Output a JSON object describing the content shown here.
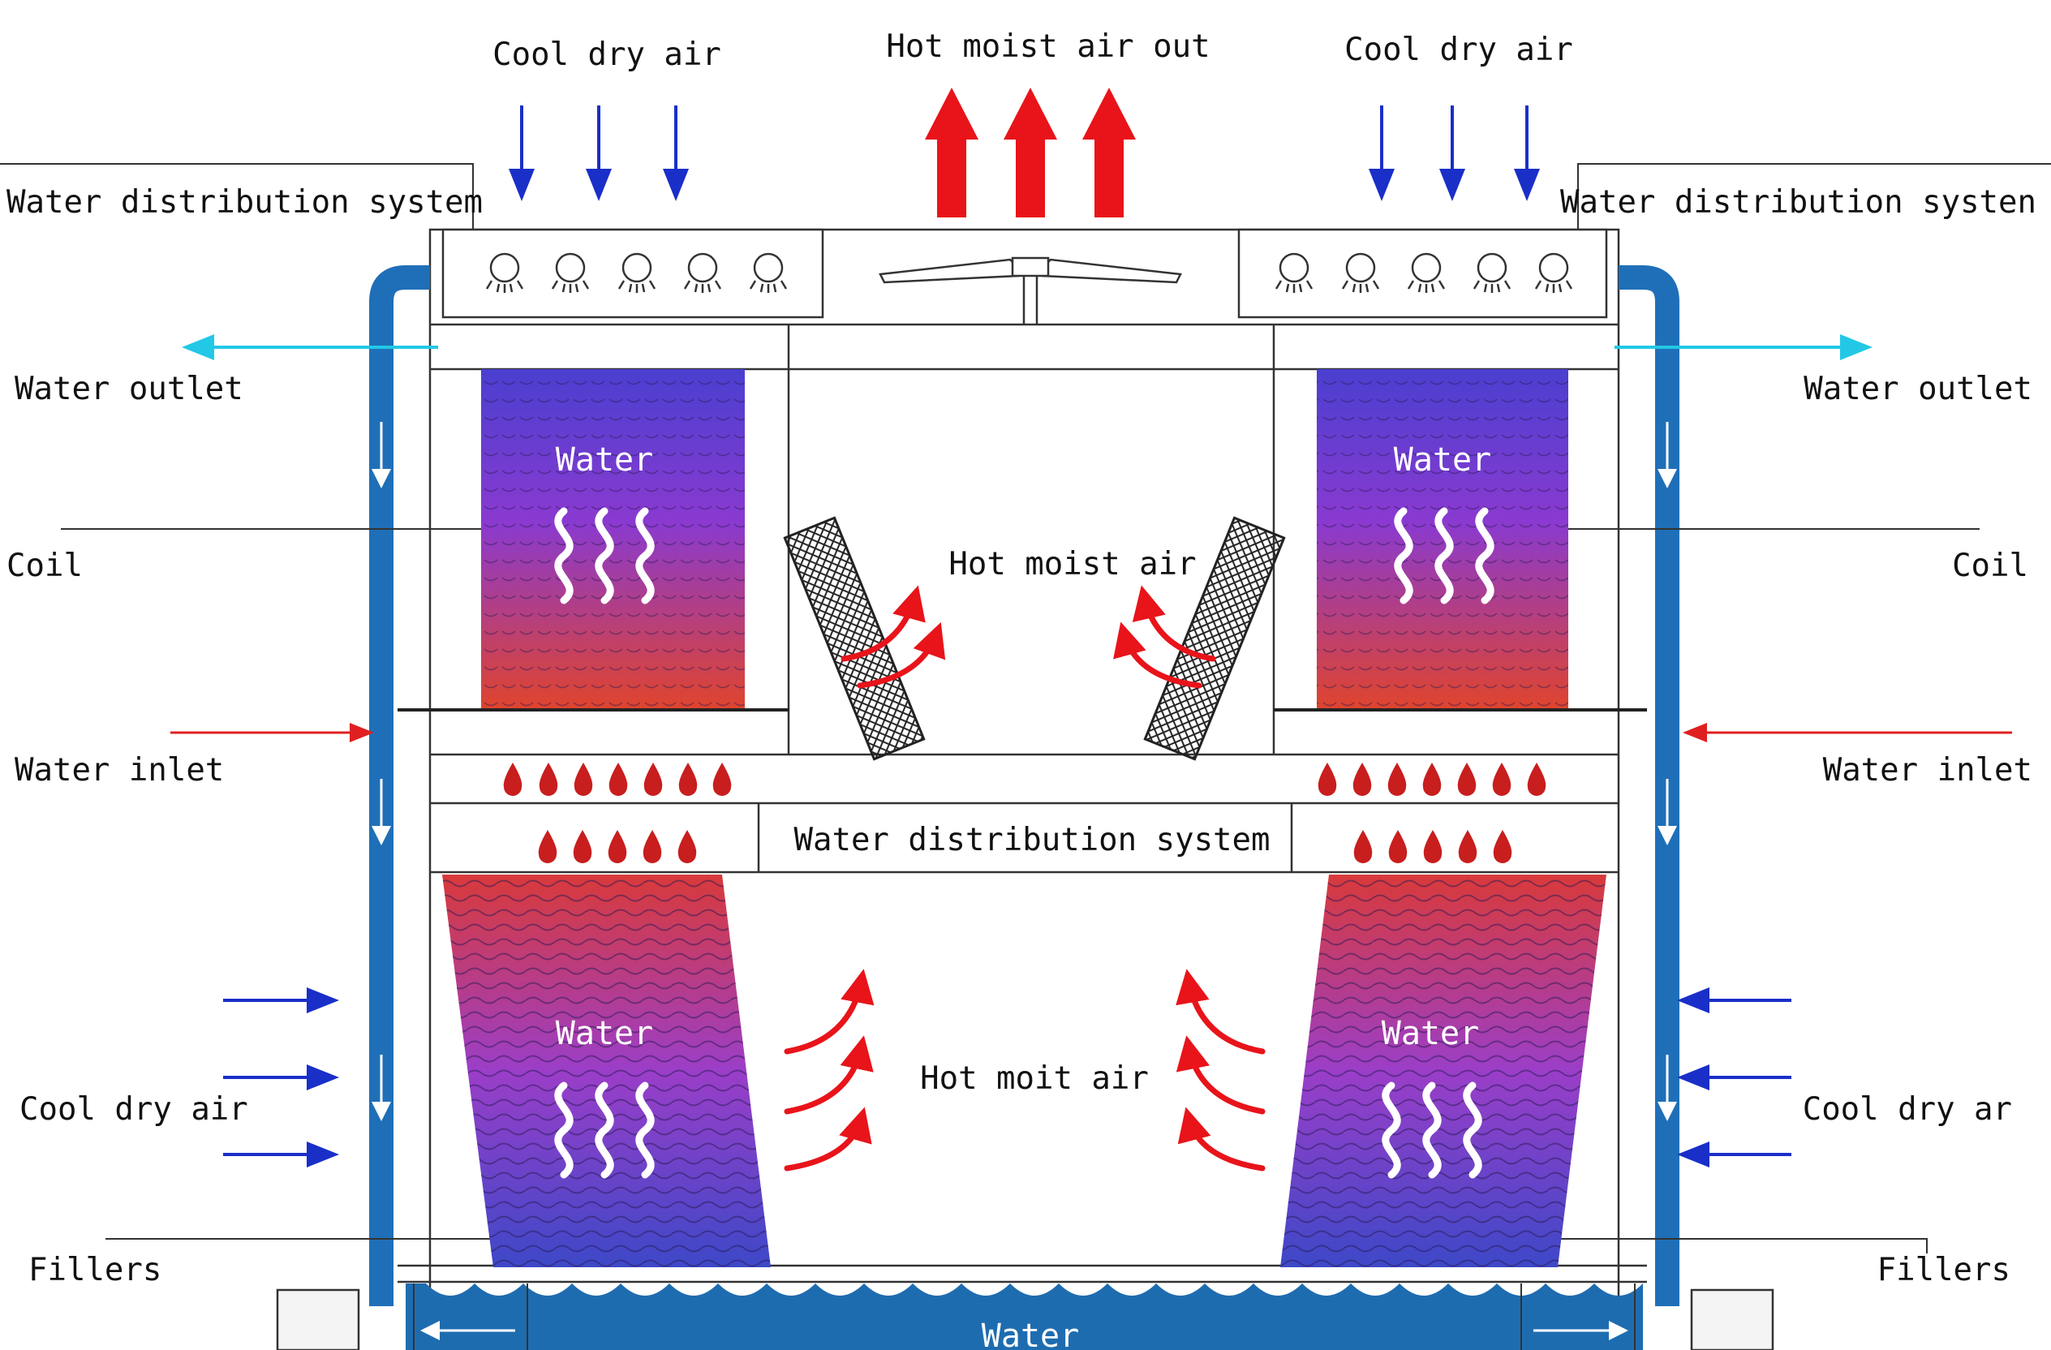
{
  "labels": {
    "top_left_air": "Cool dry air",
    "top_center_air": "Hot moist air out",
    "top_right_air": "Cool dry air",
    "water_dist_left": "Water distribution system",
    "water_dist_right": "Water distribution systen",
    "water_outlet_left": "Water outlet",
    "water_outlet_right": "Water outlet",
    "coil_left": "Coil",
    "coil_right": "Coil",
    "water_inlet_left": "Water inlet",
    "water_inlet_right": "Water inlet",
    "hot_moist_air": "Hot moist air",
    "water_dist_center": "Water distribution system",
    "hot_moit_air": "Hot moit air",
    "cool_dry_air_left": "Cool dry air",
    "cool_dry_air_right": "Cool dry ar",
    "fillers_left": "Fillers",
    "fillers_right": "Fillers",
    "coil_water_left": "Water",
    "coil_water_right": "Water",
    "filler_water_left": "Water",
    "filler_water_right": "Water",
    "basin_water": "Water"
  },
  "colors": {
    "hot_air_arrow": "#e8141a",
    "cool_air_arrow": "#1a2fc8",
    "water_outlet_arrow": "#22c8e6",
    "water_inlet_arrow": "#e02020",
    "pipe": "#1f6fb8",
    "basin": "#1e6cb0",
    "droplet": "#c81e1e"
  }
}
